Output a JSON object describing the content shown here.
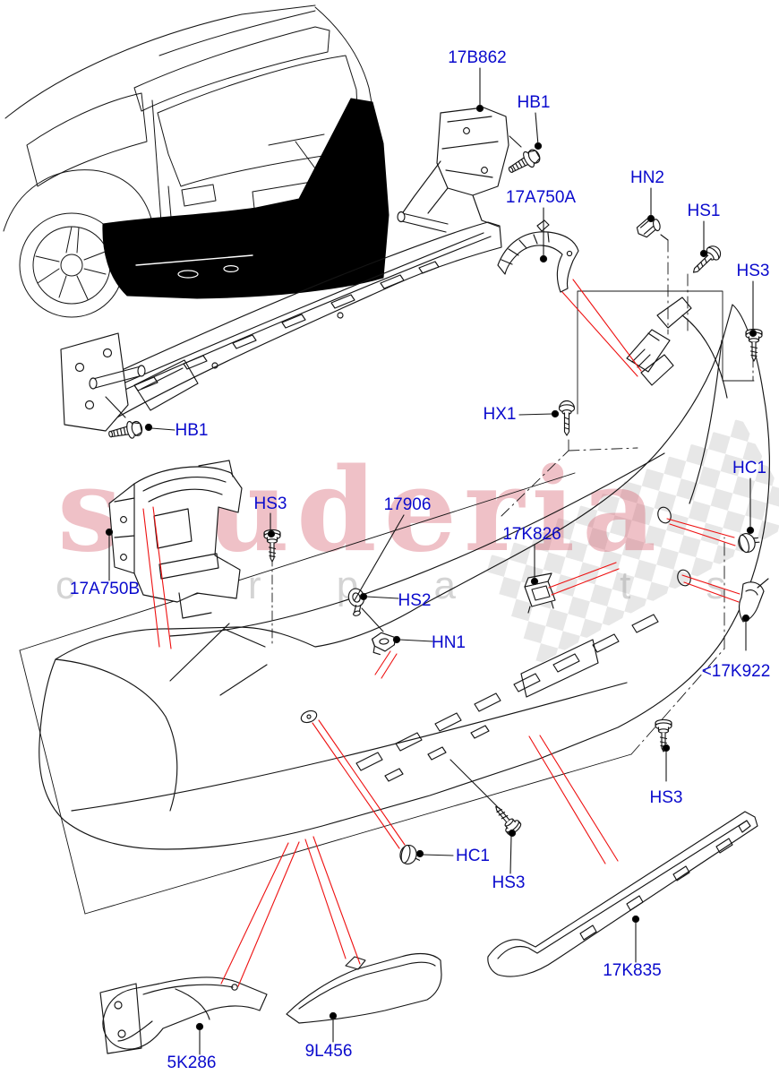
{
  "diagram": {
    "kind": "exploded-parts-diagram",
    "subject": "rear bumper and components"
  },
  "colors": {
    "label_blue": "#0a0acd",
    "leader_red": "#ee1111",
    "line_black": "#151515",
    "watermark_pink": "#d65c6c",
    "watermark_gray": "#a0a0a0"
  },
  "watermark": {
    "brand": "scuderia",
    "brand_sub": "c a r  p a r t s"
  },
  "labels": [
    {
      "text": "17B862"
    },
    {
      "text": "HB1"
    },
    {
      "text": "HN2"
    },
    {
      "text": "HS1"
    },
    {
      "text": "HS3"
    },
    {
      "text": "17A750A"
    },
    {
      "text": "HC1"
    },
    {
      "text": "HX1"
    },
    {
      "text": "HB1"
    },
    {
      "text": "17906"
    },
    {
      "text": "17K826"
    },
    {
      "text": "HS3"
    },
    {
      "text": "17A750B"
    },
    {
      "text": "HS2"
    },
    {
      "text": "HN1"
    },
    {
      "text": "<17K922"
    },
    {
      "text": "HS3"
    },
    {
      "text": "HC1"
    },
    {
      "text": "HS3"
    },
    {
      "text": "17K835"
    },
    {
      "text": "5K286"
    },
    {
      "text": "9L456"
    }
  ]
}
